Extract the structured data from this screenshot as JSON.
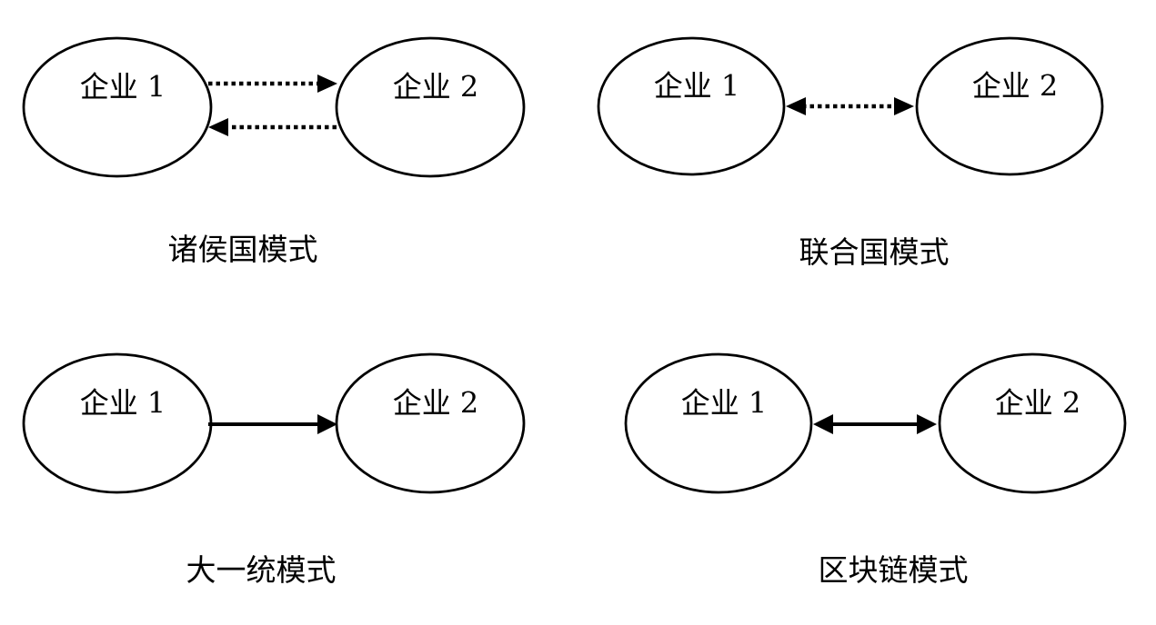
{
  "diagram": {
    "background_color": "#ffffff",
    "stroke_color": "#000000",
    "text_color": "#000000",
    "panels": [
      {
        "caption": "诸侯国模式",
        "node1": "企业 1",
        "node2": "企业 2",
        "connection_style": "two one-way dotted arrows (top: left-to-right, bottom: right-to-left)"
      },
      {
        "caption": "联合国模式",
        "node1": "企业 1",
        "node2": "企业 2",
        "connection_style": "single two-way dotted arrow"
      },
      {
        "caption": "大一统模式",
        "node1": "企业 1",
        "node2": "企业 2",
        "connection_style": "single one-way solid arrow (left-to-right)"
      },
      {
        "caption": "区块链模式",
        "node1": "企业 1",
        "node2": "企业 2",
        "connection_style": "single two-way solid arrow"
      }
    ]
  }
}
